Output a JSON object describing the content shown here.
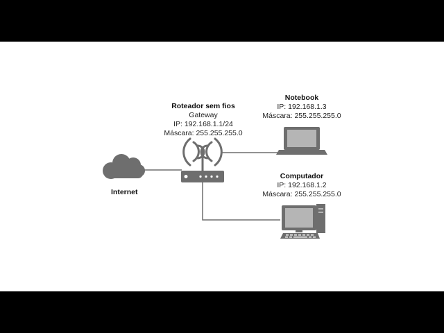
{
  "router": {
    "title": "Roteador sem fios",
    "role": "Gateway",
    "ip": "IP: 192.168.1.1/24",
    "mask": "Máscara: 255.255.255.0"
  },
  "notebook": {
    "title": "Notebook",
    "ip": "IP: 192.168.1.3",
    "mask": "Máscara: 255.255.255.0"
  },
  "computer": {
    "title": "Computador",
    "ip": "IP: 192.168.1.2",
    "mask": "Máscara: 255.255.255.0"
  },
  "internet": {
    "label": "Internet"
  },
  "colors": {
    "device_fill": "#6e6e6e",
    "screen_fill": "#b5b5b5",
    "cloud_fill": "#6e6e6e",
    "line": "#6e6e6e",
    "letterbox": "#000000",
    "background": "#ffffff"
  }
}
